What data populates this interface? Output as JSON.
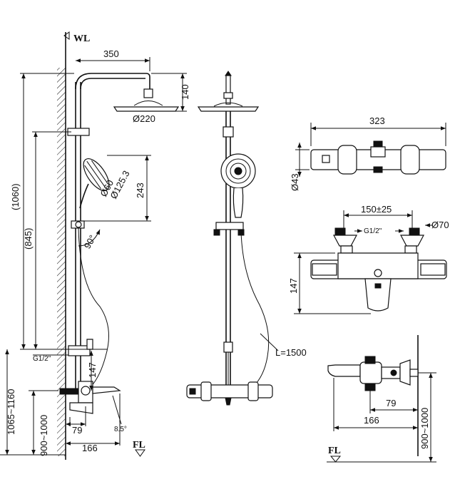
{
  "markers": {
    "wall": "WL",
    "floor": "FL"
  },
  "side_view": {
    "arm_length": "350",
    "head_drop": "140",
    "head_diameter": "Ø220",
    "total_height": "(1060)",
    "slide_height": "(845)",
    "hand_height": "243",
    "hand_d1": "Ø60",
    "hand_d2": "Ø125.3",
    "angle": "90°",
    "thread": "G1/2\"",
    "valve_drop": "147",
    "floor_range_total": "1065~1160",
    "floor_range_valve": "900~1000",
    "offset_79": "79",
    "depth_166": "166",
    "spout_angle": "8.5°"
  },
  "front_view": {
    "hose_length": "L=1500"
  },
  "top_view": {
    "width": "323",
    "diameter": "Ø43"
  },
  "valve_front": {
    "spacing": "150±25",
    "thread": "G1/2\"",
    "cap_diameter": "Ø70",
    "height": "147"
  },
  "valve_side": {
    "offset_79": "79",
    "depth_166": "166",
    "floor_range": "900~1000"
  }
}
